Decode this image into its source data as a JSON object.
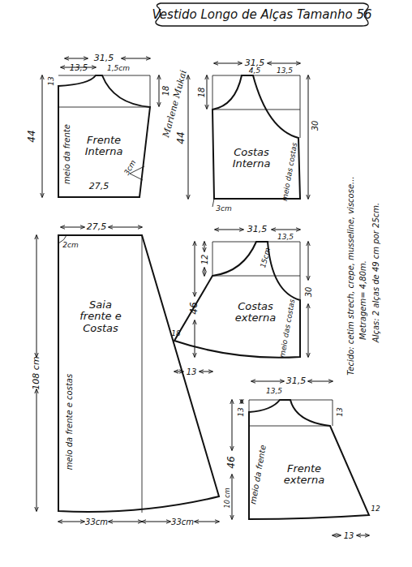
{
  "diagram": {
    "title": "Vestido Longo de Alças Tamanho 56",
    "nodes": [
      {
        "text": [
          "Frente Interna",
          "meio da frente"
        ]
      },
      {
        "text": [
          "Costas Interna",
          "meio das costas"
        ]
      },
      {
        "text": [
          "Saia frente e Costas",
          "meio da frente e costas"
        ]
      },
      {
        "text": [
          "Costas externa",
          "meio das costas"
        ]
      },
      {
        "text": [
          "Frente externa",
          "meio da frente"
        ]
      }
    ],
    "labels": [
      "31,5",
      "13,5",
      "1,5cm",
      "13",
      "18",
      "44",
      "27,5",
      "3cm",
      "31,5",
      "4,5",
      "13,5",
      "18",
      "30",
      "44",
      "3cm",
      "27,5",
      "2cm",
      "108 cm",
      "33cm",
      "33cm",
      "10 cm",
      "31,5",
      "13,5",
      "12",
      "15cm",
      "30",
      "46",
      "18",
      "13",
      "31,5",
      "13,5",
      "13",
      "13",
      "46",
      "13",
      "12",
      "Tecido: cetim strech, crepe, musseline, viscose...",
      "Metragem= 4,80m.",
      "Alças: 2 alças de 49 cm por 25cm.",
      "Marlene Mukai"
    ]
  }
}
